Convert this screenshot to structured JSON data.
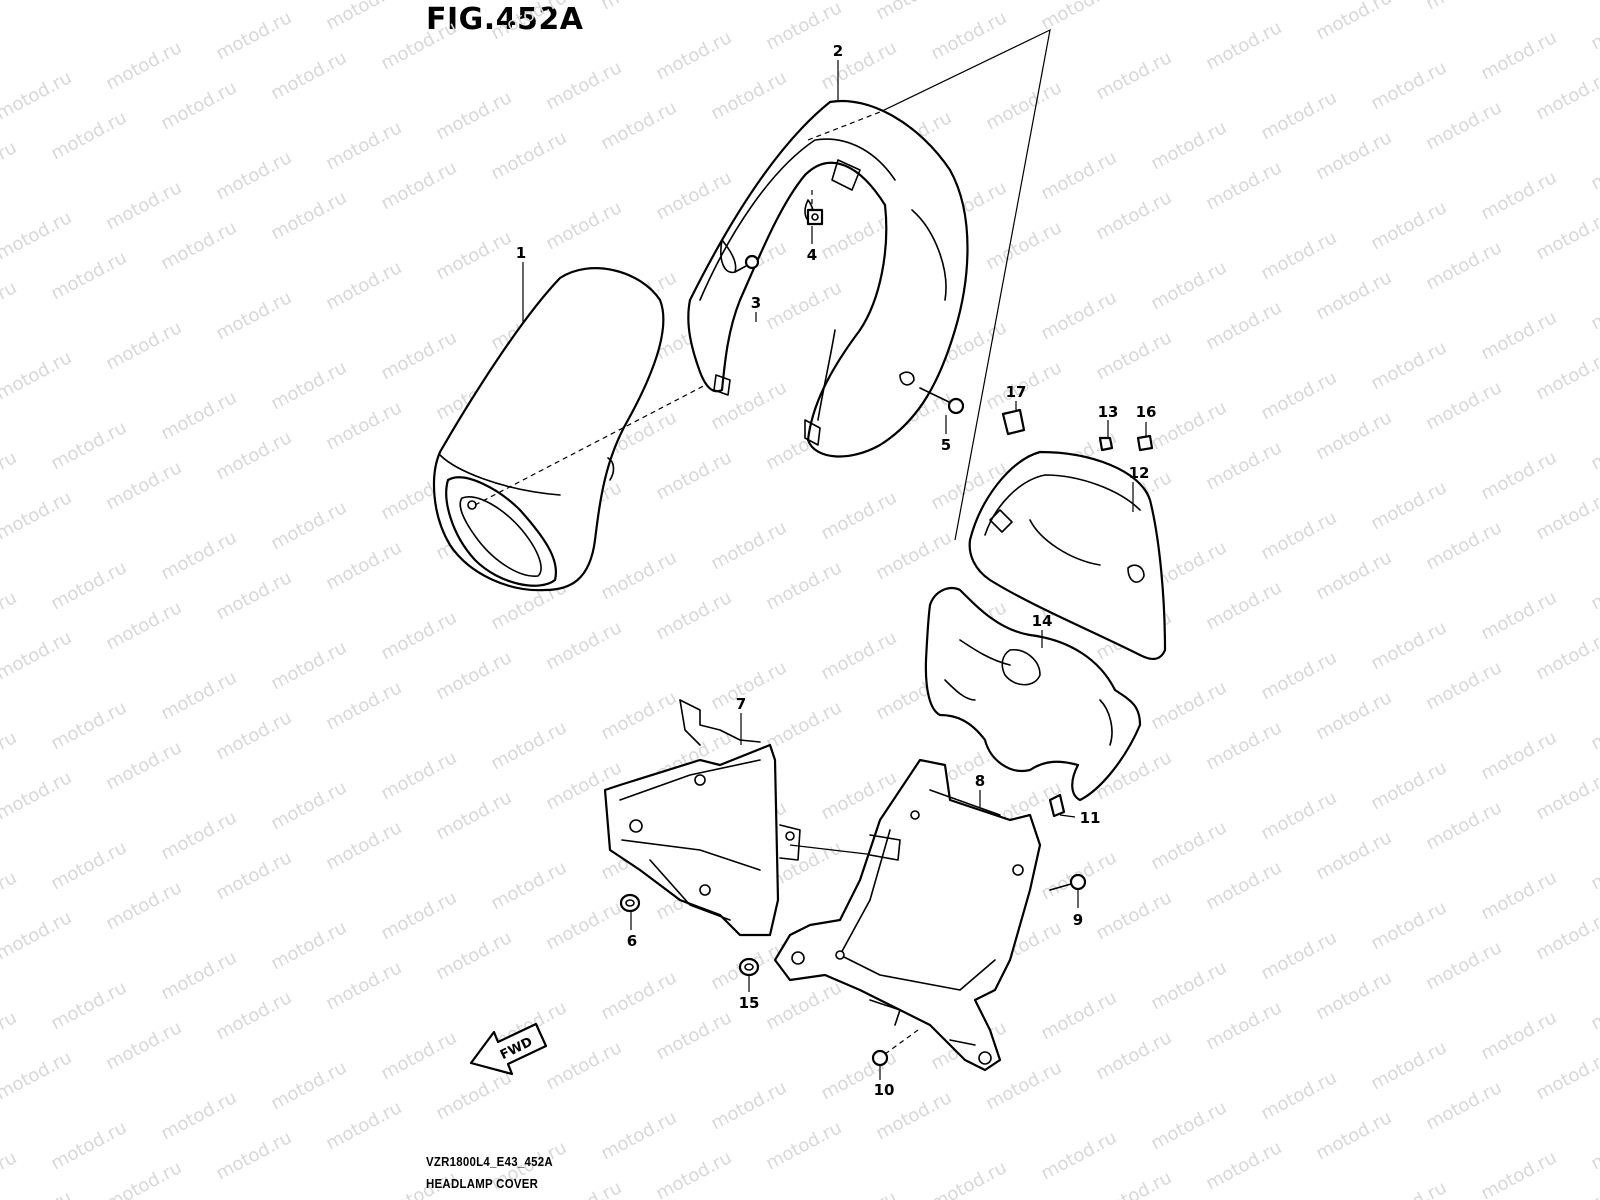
{
  "figure": {
    "title": "FIG.452A",
    "model_code": "VZR1800L4_E43_452A",
    "caption": "HEADLAMP COVER"
  },
  "watermark": {
    "text": "motod.ru",
    "color": "#d8d8d8"
  },
  "direction_arrow": {
    "label": "FWD"
  },
  "parts": [
    {
      "number": "1",
      "name_icon": "headlamp-housing-shell"
    },
    {
      "number": "2",
      "name_icon": "headlamp-cover-upper"
    },
    {
      "number": "3",
      "name_icon": "screw"
    },
    {
      "number": "4",
      "name_icon": "nut-clip"
    },
    {
      "number": "5",
      "name_icon": "fastener-rivet"
    },
    {
      "number": "6",
      "name_icon": "grommet"
    },
    {
      "number": "7",
      "name_icon": "bracket-left"
    },
    {
      "number": "8",
      "name_icon": "bracket-right"
    },
    {
      "number": "9",
      "name_icon": "bolt"
    },
    {
      "number": "10",
      "name_icon": "bolt"
    },
    {
      "number": "11",
      "name_icon": "clip"
    },
    {
      "number": "12",
      "name_icon": "inner-cover"
    },
    {
      "number": "13",
      "name_icon": "nut-clip"
    },
    {
      "number": "14",
      "name_icon": "lower-inner-cover"
    },
    {
      "number": "15",
      "name_icon": "grommet"
    },
    {
      "number": "16",
      "name_icon": "nut"
    },
    {
      "number": "17",
      "name_icon": "cushion"
    }
  ]
}
